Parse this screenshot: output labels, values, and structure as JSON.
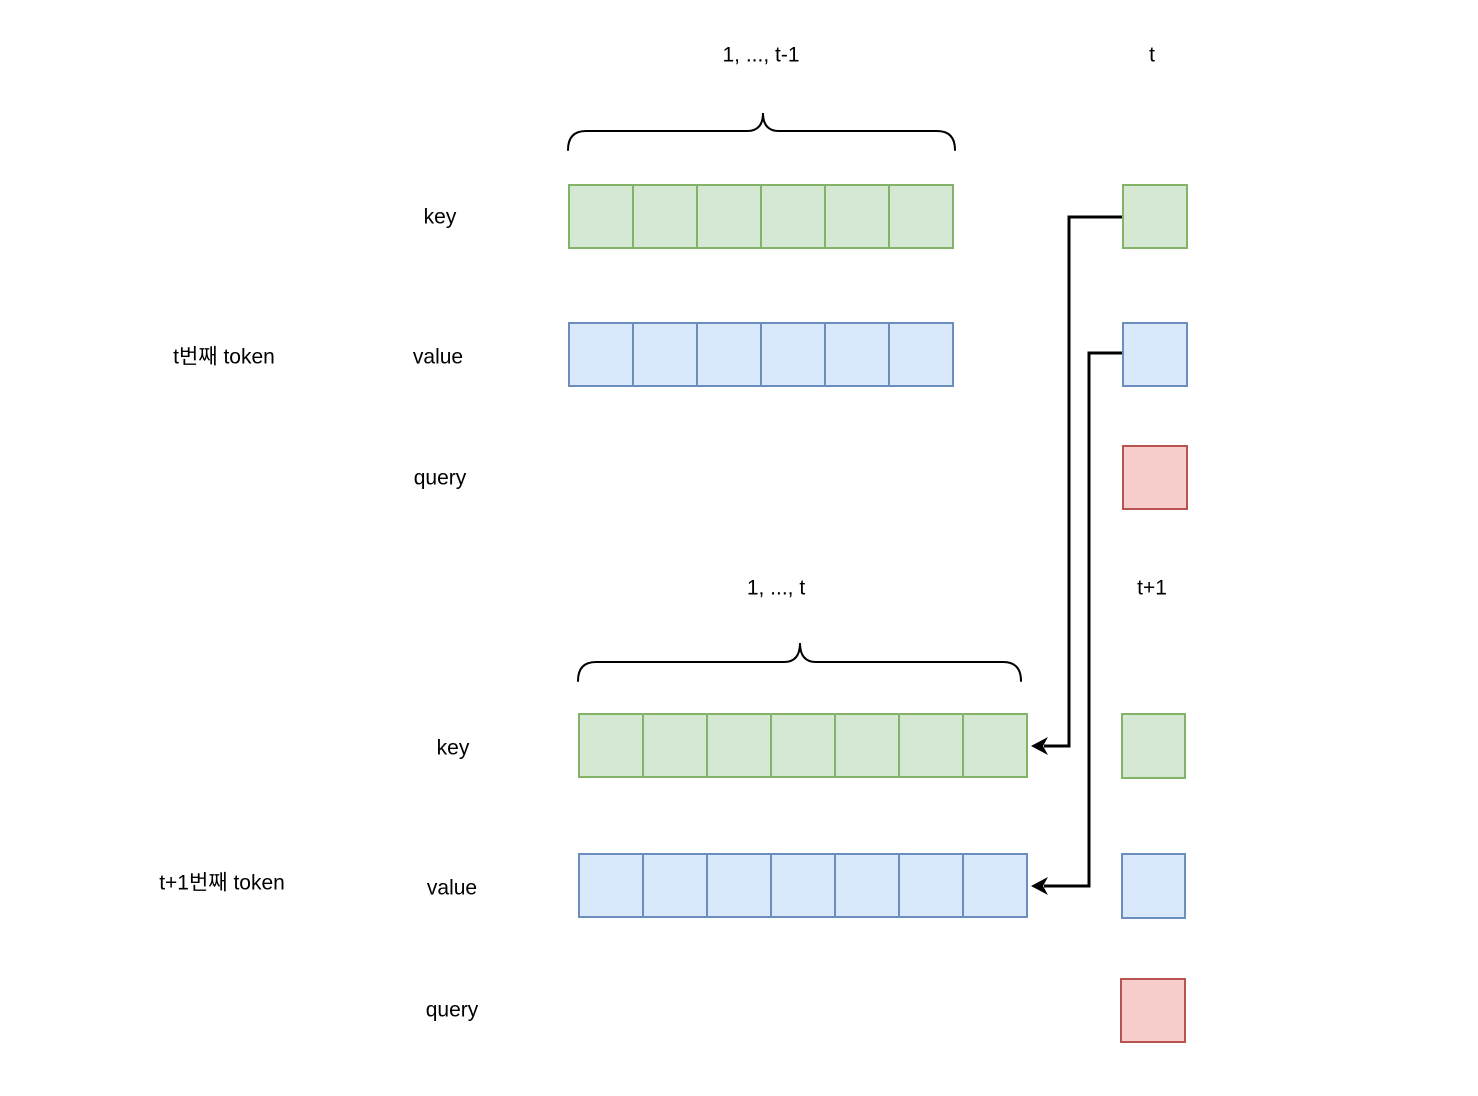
{
  "colors": {
    "green_fill": "#d5e8d4",
    "green_stroke": "#82b366",
    "blue_fill": "#dae8fc",
    "blue_stroke": "#6c8ebf",
    "red_fill": "#f8cecc",
    "red_stroke": "#b85450",
    "connector": "#000000",
    "text": "#000000",
    "background": "#ffffff"
  },
  "sections": [
    {
      "token_label": "t번째 token",
      "range_label": "1, ..., t-1",
      "current_label": "t",
      "rows": [
        {
          "label": "key",
          "color": "green",
          "cells": 6,
          "has_current_cell": true
        },
        {
          "label": "value",
          "color": "blue",
          "cells": 6,
          "has_current_cell": true
        },
        {
          "label": "query",
          "color": "red",
          "cells": 0,
          "has_current_cell": true
        }
      ]
    },
    {
      "token_label": "t+1번째 token",
      "range_label": "1, ..., t",
      "current_label": "t+1",
      "rows": [
        {
          "label": "key",
          "color": "green",
          "cells": 7,
          "has_current_cell": true
        },
        {
          "label": "value",
          "color": "blue",
          "cells": 7,
          "has_current_cell": true
        },
        {
          "label": "query",
          "color": "red",
          "cells": 0,
          "has_current_cell": true
        }
      ]
    }
  ],
  "connectors": [
    {
      "name": "key-cache-arrow",
      "from": "key cell at step t",
      "to": "end of key row at step t+1"
    },
    {
      "name": "value-cache-arrow",
      "from": "value cell at step t",
      "to": "end of value row at step t+1"
    }
  ]
}
